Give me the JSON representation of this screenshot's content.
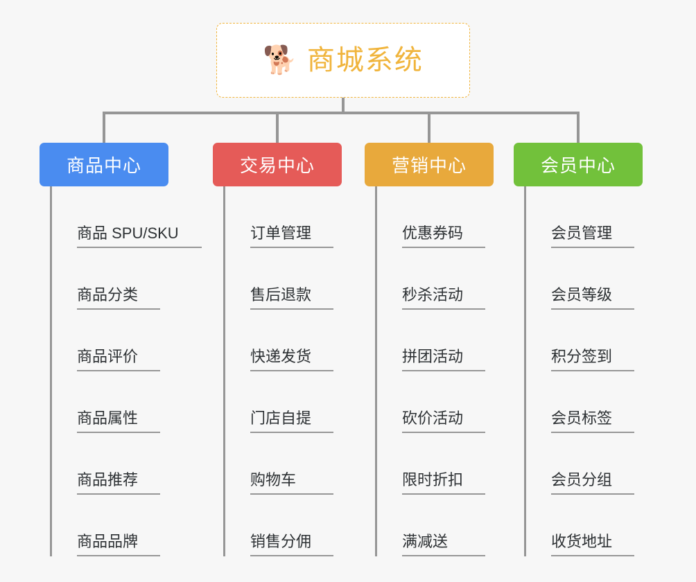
{
  "page": {
    "background_color": "#f7f7f7",
    "title": "商城系统"
  },
  "root": {
    "icon": "🐕",
    "icon_name": "shiba-dog-icon",
    "label": "商城系统",
    "accent_color": "#f0b43c",
    "border_style": "dashed"
  },
  "connector": {
    "color": "#969696"
  },
  "branches": [
    {
      "label": "商品中心",
      "color": "#4a8cf0",
      "items": [
        {
          "label": "商品 SPU/SKU"
        },
        {
          "label": "商品分类"
        },
        {
          "label": "商品评价"
        },
        {
          "label": "商品属性"
        },
        {
          "label": "商品推荐"
        },
        {
          "label": "商品品牌"
        }
      ]
    },
    {
      "label": "交易中心",
      "color": "#e55b58",
      "items": [
        {
          "label": "订单管理"
        },
        {
          "label": "售后退款"
        },
        {
          "label": "快递发货"
        },
        {
          "label": "门店自提"
        },
        {
          "label": "购物车"
        },
        {
          "label": "销售分佣"
        }
      ]
    },
    {
      "label": "营销中心",
      "color": "#e8a93c",
      "items": [
        {
          "label": "优惠券码"
        },
        {
          "label": "秒杀活动"
        },
        {
          "label": "拼团活动"
        },
        {
          "label": "砍价活动"
        },
        {
          "label": "限时折扣"
        },
        {
          "label": "满减送"
        }
      ]
    },
    {
      "label": "会员中心",
      "color": "#72c13b",
      "items": [
        {
          "label": "会员管理"
        },
        {
          "label": "会员等级"
        },
        {
          "label": "积分签到"
        },
        {
          "label": "会员标签"
        },
        {
          "label": "会员分组"
        },
        {
          "label": "收货地址"
        }
      ]
    }
  ]
}
